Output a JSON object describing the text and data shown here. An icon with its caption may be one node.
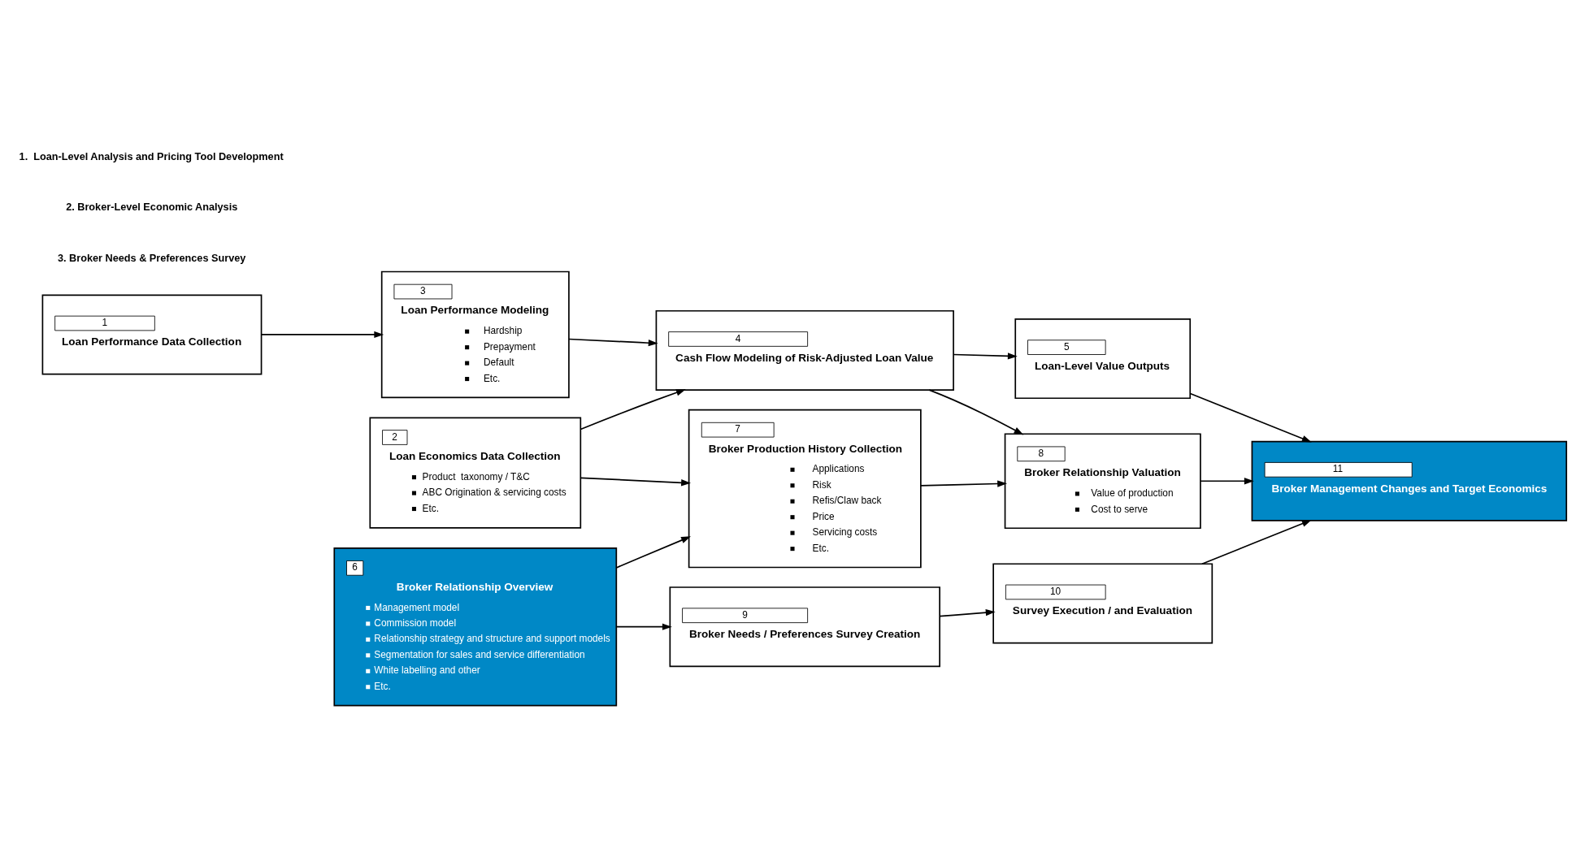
{
  "diagram": {
    "nodes": [
      {
        "text": [
          "1",
          "Loan Performance Data Collection"
        ]
      },
      {
        "text": [
          "2",
          "Loan Economics Data Collection",
          "Product  taxonomy / T&C",
          "ABC Origination & servicing costs",
          "Etc."
        ]
      },
      {
        "text": [
          "3",
          "Loan Performance Modeling",
          "Hardship",
          "Prepayment",
          "Default",
          "Etc."
        ]
      },
      {
        "text": [
          "4",
          "Cash Flow Modeling of Risk-Adjusted Loan Value"
        ]
      },
      {
        "text": [
          "5",
          "Loan-Level Value Outputs"
        ]
      },
      {
        "text": [
          "6",
          "Broker Relationship Overview",
          "Management model",
          "Commission model",
          "Relationship strategy and structure and support models",
          "Segmentation for sales and service differentiation",
          "White labelling and other",
          "Etc."
        ]
      },
      {
        "text": [
          "7",
          "Broker Production History Collection",
          "Applications",
          "Risk",
          "Refis/Claw back",
          "Price",
          "Servicing costs",
          "Etc."
        ]
      },
      {
        "text": [
          "8",
          "Broker Relationship Valuation",
          "Value of production",
          "Cost to serve"
        ]
      },
      {
        "text": [
          "9",
          "Broker Needs / Preferences Survey Creation"
        ]
      },
      {
        "text": [
          "10",
          "Survey Execution / and Evaluation"
        ]
      },
      {
        "text": [
          "11",
          "Broker Management Changes and Target Economics"
        ]
      }
    ],
    "edges": [
      {
        "from": 0,
        "to": 2,
        "arrow": "to"
      },
      {
        "from": 1,
        "to": 3,
        "arrow": "to"
      },
      {
        "from": 1,
        "to": 6,
        "arrow": "to"
      },
      {
        "from": 2,
        "to": 3,
        "arrow": "to"
      },
      {
        "from": 3,
        "to": 4,
        "arrow": "to"
      },
      {
        "from": 3,
        "to": 7,
        "arrow": "to"
      },
      {
        "from": 4,
        "to": 10,
        "arrow": "to"
      },
      {
        "from": 5,
        "to": 6,
        "arrow": "to"
      },
      {
        "from": 6,
        "to": 7,
        "arrow": "to"
      },
      {
        "from": 7,
        "to": 10,
        "arrow": "to"
      },
      {
        "from": 5,
        "to": 8,
        "arrow": "to"
      },
      {
        "from": 8,
        "to": 9,
        "arrow": "to"
      },
      {
        "from": 9,
        "to": 10,
        "arrow": "to"
      }
    ],
    "labels": [
      "1.  Loan-Level Analysis and Pricing Tool Development",
      "2. Broker-Level Economic Analysis",
      "3. Broker Needs & Preferences Survey"
    ]
  }
}
